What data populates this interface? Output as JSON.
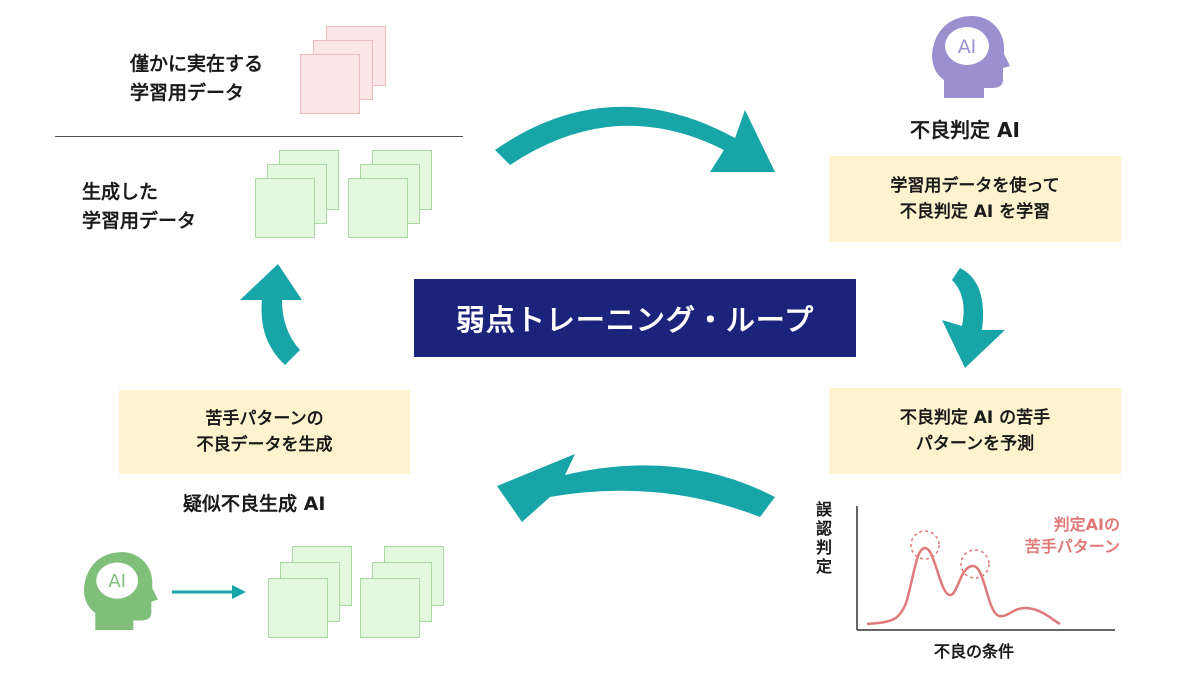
{
  "top_left": {
    "real_data_line1": "僅かに実在する",
    "real_data_line2": "学習用データ",
    "generated_line1": "生成した",
    "generated_line2": "学習用データ"
  },
  "title": "弱点トレーニング・ループ",
  "right_top": {
    "model_label": "不良判定 AI",
    "learn_box_line1": "学習用データを使って",
    "learn_box_line2": "不良判定 AI を学習"
  },
  "right_bottom": {
    "predict_box_line1": "不良判定 AI の苦手",
    "predict_box_line2": "パターンを予測",
    "chart_ylabel": "誤認判定",
    "chart_xlabel": "不良の条件",
    "annotation_line1": "判定AIの",
    "annotation_line2": "苦手パターン"
  },
  "left_bottom": {
    "generate_box_line1": "苦手パターンの",
    "generate_box_line2": "不良データを生成",
    "generator_label": "疑似不良生成 AI"
  },
  "head_icon_text": "AI",
  "colors": {
    "teal": "#17a5a8",
    "navy": "#1b237a",
    "box_fill": "#fdf3cf",
    "green_square": "#e3f8de",
    "pink_square": "#fde6e6",
    "curve_red": "#e07a7a",
    "head_purple": "#9b8fd0",
    "head_green": "#7fbf7a"
  }
}
